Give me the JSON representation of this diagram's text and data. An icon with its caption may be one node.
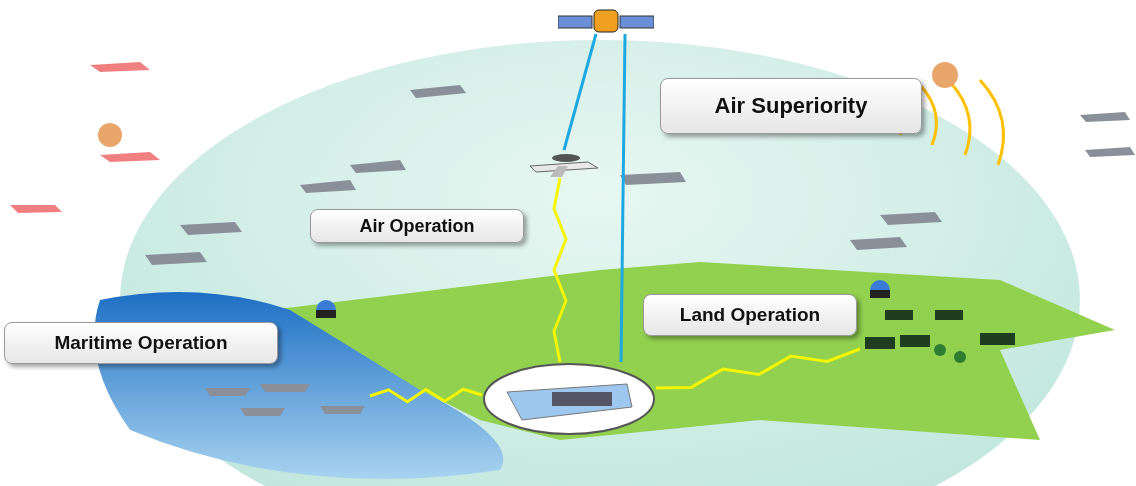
{
  "diagram": {
    "nodes": [
      {
        "text": [
          "Air Superiority"
        ]
      },
      {
        "text": [
          "Air Operation"
        ]
      },
      {
        "text": [
          "Maritime Operation"
        ]
      },
      {
        "text": [
          "Land Operation"
        ]
      },
      {
        "text": [],
        "shape": "picture"
      },
      {
        "text": [],
        "shape": "picture"
      },
      {
        "text": [],
        "shape": "picture"
      },
      {
        "text": [],
        "shape": "picture"
      },
      {
        "text": [],
        "shape": "picture"
      }
    ],
    "edges": [
      {
        "from": 4,
        "to": 5,
        "arrow": "none",
        "color": "#1fa8e0"
      },
      {
        "from": 4,
        "to": 6,
        "arrow": "none",
        "color": "#1fa8e0"
      },
      {
        "from": 5,
        "to": 6,
        "arrow": "none",
        "color": "#f5f500"
      },
      {
        "from": 6,
        "to": 7,
        "arrow": "none",
        "color": "#f5f500"
      },
      {
        "from": 6,
        "to": 8,
        "arrow": "none",
        "color": "#f5f500"
      }
    ]
  }
}
